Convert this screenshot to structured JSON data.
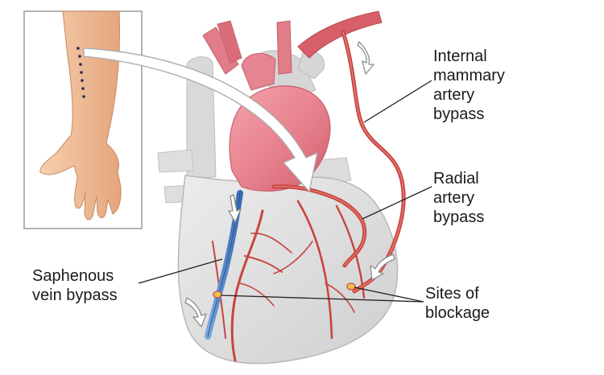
{
  "labels": {
    "internal_mammary": [
      "Internal",
      "mammary",
      "artery",
      "bypass"
    ],
    "radial": [
      "Radial",
      "artery",
      "bypass"
    ],
    "saphenous": [
      "Saphenous",
      "vein bypass"
    ],
    "sites": [
      "Sites of",
      "blockage"
    ]
  },
  "colors": {
    "heart_grey": "#dcdcdc",
    "aorta_pink": "#e8828f",
    "artery_red": "#c8453f",
    "vein_blue": "#4a7fc0",
    "skin": "#efbd95",
    "leader_line": "#222222"
  },
  "icons": [
    "flow-arrow-icon",
    "incision-mark-icon",
    "blockage-site-icon"
  ]
}
